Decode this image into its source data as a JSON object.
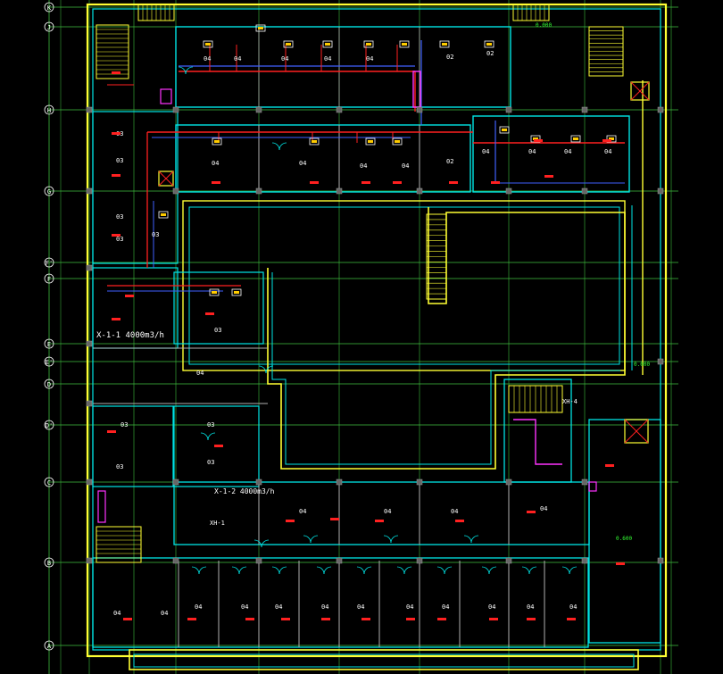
{
  "colors": {
    "background": "#000000",
    "wall_yellow": "#ffff33",
    "wall_cyan": "#00e5e5",
    "wall_gray": "#b0b0b0",
    "grid_green": "#3fbf3f",
    "duct_red": "#ff2020",
    "duct_blue": "#4060ff",
    "magenta": "#ff33ff",
    "text_white": "#ffffff",
    "text_red": "#ff2020",
    "text_green": "#33ff33"
  },
  "axes": {
    "rows": [
      "K",
      "J",
      "H",
      "G",
      "F'",
      "F",
      "E",
      "E'",
      "D",
      "D'",
      "C",
      "B",
      "A"
    ]
  },
  "labels": {
    "room_04": "04",
    "room_03": "03",
    "room_02": "02",
    "fan_1": "X-1-1 4000m3/h",
    "fan_2": "X-1-2 4000m3/h",
    "unit_1": "XH-1",
    "unit_2": "XH-4",
    "annotation_1": "0.000",
    "annotation_2": "0.600"
  }
}
